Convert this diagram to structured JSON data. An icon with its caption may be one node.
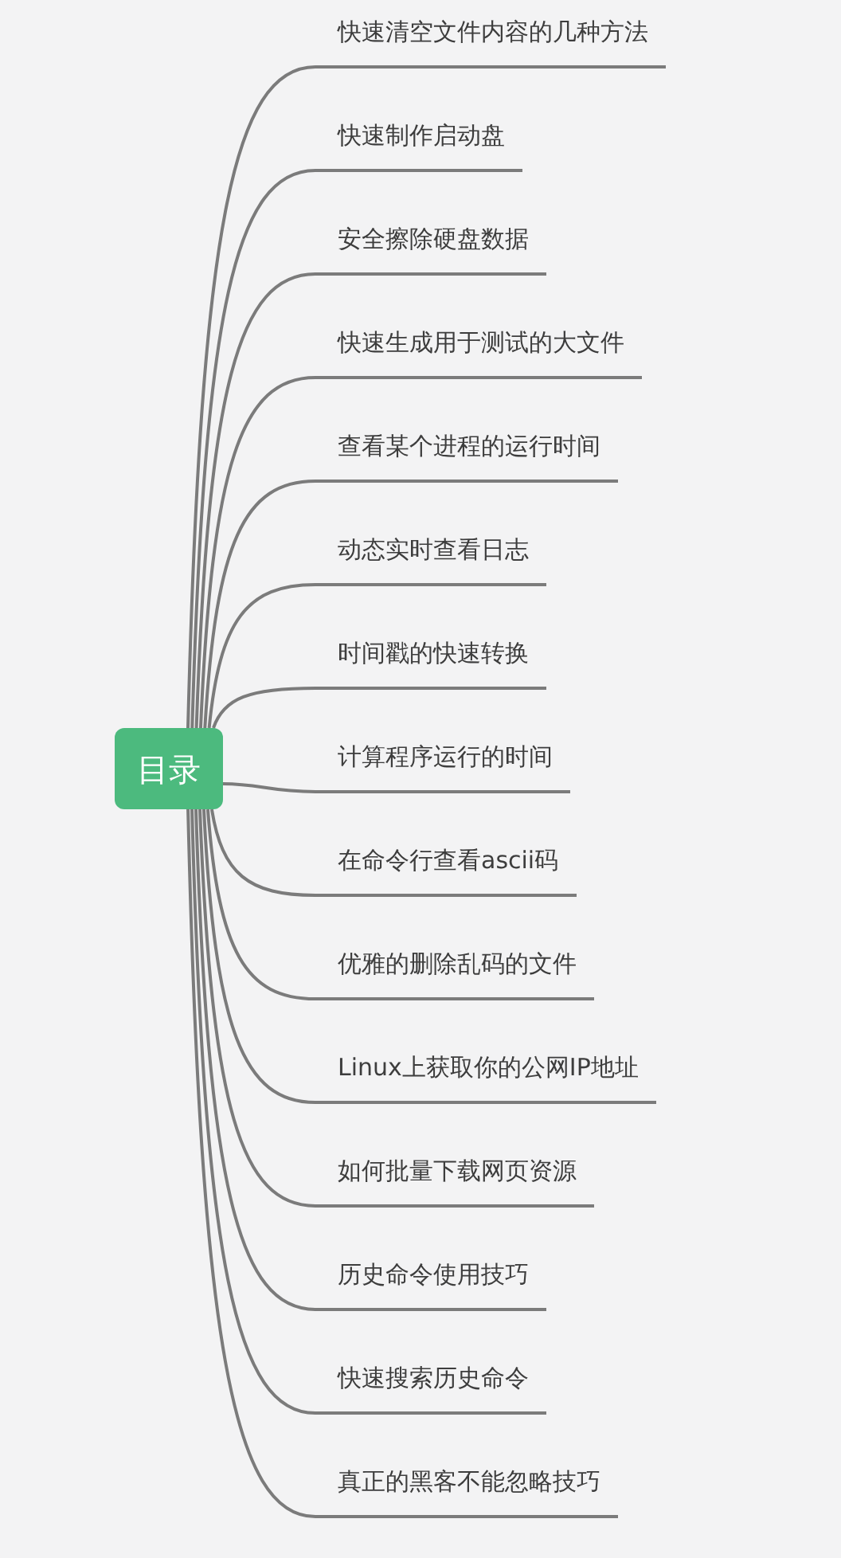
{
  "diagram": {
    "nodes": [
      {
        "text": [
          "目录"
        ]
      },
      {
        "text": [
          "快速清空文件内容的几种方法"
        ]
      },
      {
        "text": [
          "快速制作启动盘"
        ]
      },
      {
        "text": [
          "安全擦除硬盘数据"
        ]
      },
      {
        "text": [
          "快速生成用于测试的大文件"
        ]
      },
      {
        "text": [
          "查看某个进程的运行时间"
        ]
      },
      {
        "text": [
          "动态实时查看日志"
        ]
      },
      {
        "text": [
          "时间戳的快速转换"
        ]
      },
      {
        "text": [
          "计算程序运行的时间"
        ]
      },
      {
        "text": [
          "在命令行查看ascii码"
        ]
      },
      {
        "text": [
          "优雅的删除乱码的文件"
        ]
      },
      {
        "text": [
          "Linux上获取你的公网IP地址"
        ]
      },
      {
        "text": [
          "如何批量下载网页资源"
        ]
      },
      {
        "text": [
          "历史命令使用技巧"
        ]
      },
      {
        "text": [
          "快速搜索历史命令"
        ]
      },
      {
        "text": [
          "真正的黑客不能忽略技巧"
        ]
      }
    ],
    "edges": [
      {
        "from": 0,
        "to": 1,
        "arrow": "none"
      },
      {
        "from": 0,
        "to": 2,
        "arrow": "none"
      },
      {
        "from": 0,
        "to": 3,
        "arrow": "none"
      },
      {
        "from": 0,
        "to": 4,
        "arrow": "none"
      },
      {
        "from": 0,
        "to": 5,
        "arrow": "none"
      },
      {
        "from": 0,
        "to": 6,
        "arrow": "none"
      },
      {
        "from": 0,
        "to": 7,
        "arrow": "none"
      },
      {
        "from": 0,
        "to": 8,
        "arrow": "none"
      },
      {
        "from": 0,
        "to": 9,
        "arrow": "none"
      },
      {
        "from": 0,
        "to": 10,
        "arrow": "none"
      },
      {
        "from": 0,
        "to": 11,
        "arrow": "none"
      },
      {
        "from": 0,
        "to": 12,
        "arrow": "none"
      },
      {
        "from": 0,
        "to": 13,
        "arrow": "none"
      },
      {
        "from": 0,
        "to": 14,
        "arrow": "none"
      },
      {
        "from": 0,
        "to": 15,
        "arrow": "none"
      }
    ]
  }
}
